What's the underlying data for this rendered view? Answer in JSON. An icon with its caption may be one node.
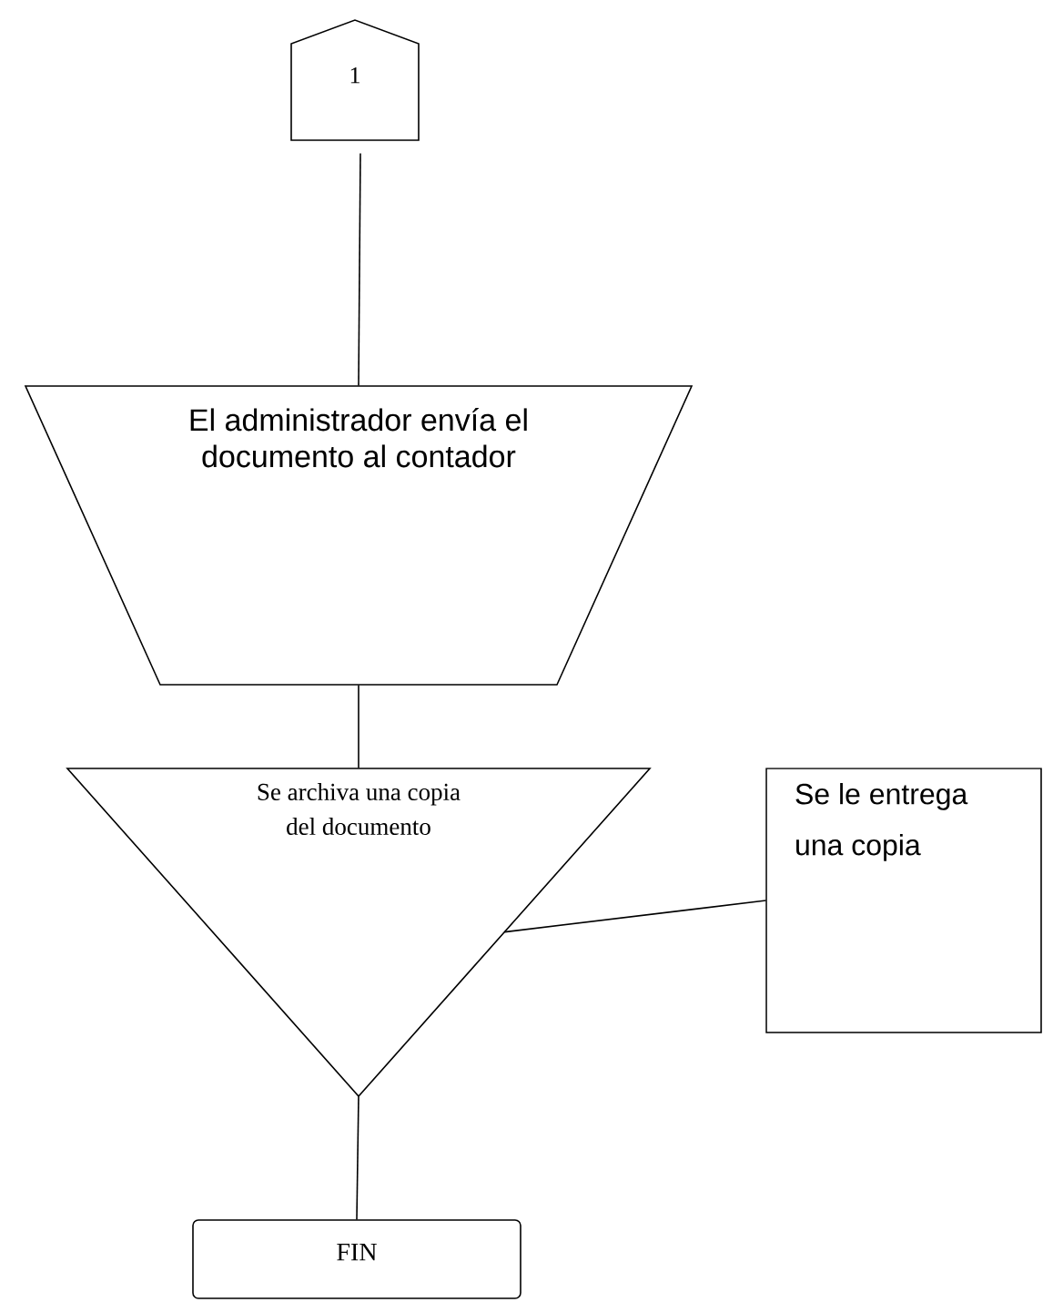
{
  "diagram": {
    "nodes": [
      {
        "text": [
          "1"
        ]
      },
      {
        "text": [
          "El administrador envía el documento al contador"
        ]
      },
      {
        "text": [
          "Se archiva una copia del documento"
        ]
      },
      {
        "text": [
          "Se le entrega una copia"
        ]
      },
      {
        "text": [
          "FIN"
        ]
      }
    ],
    "edges": [
      {
        "from": 0,
        "to": 1,
        "arrow": "none"
      },
      {
        "from": 1,
        "to": 2,
        "arrow": "none"
      },
      {
        "from": 2,
        "to": 3,
        "arrow": "none"
      },
      {
        "from": 2,
        "to": 4,
        "arrow": "none"
      }
    ]
  }
}
